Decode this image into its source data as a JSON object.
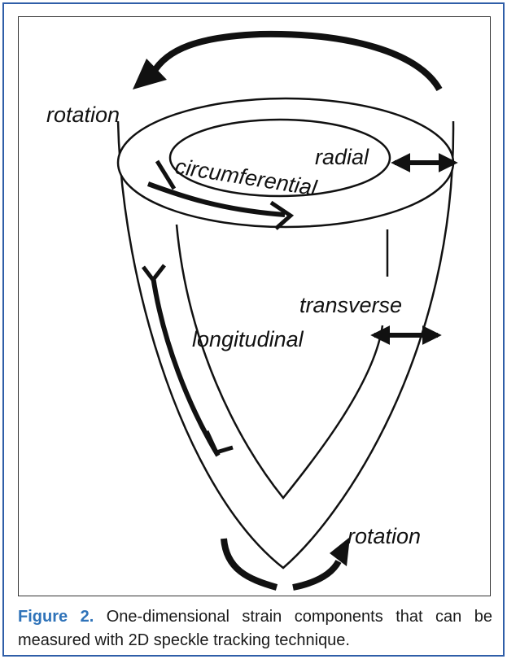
{
  "labels": {
    "rotation_top": "rotation",
    "radial": "radial",
    "circumferential": "circumferential",
    "transverse": "transverse",
    "longitudinal": "longitudinal",
    "rotation_bottom": "rotation"
  },
  "caption": {
    "label": "Figure 2.",
    "text": " One-dimensional strain components that can be measured with 2D speckle tracking technique."
  },
  "colors": {
    "frame_border": "#2f5ea8",
    "caption_label": "#2f73b9",
    "ink": "#111111"
  }
}
